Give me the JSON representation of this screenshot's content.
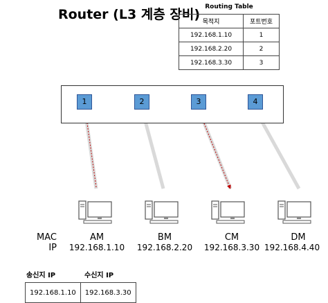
{
  "title": "Router (L3 계층 장비)",
  "routing_table": {
    "caption": "Routing Table",
    "headers": [
      "목적지",
      "포트번호"
    ],
    "rows": [
      [
        "192.168.1.10",
        "1"
      ],
      [
        "192.168.2.20",
        "2"
      ],
      [
        "192.168.3.30",
        "3"
      ]
    ]
  },
  "ports": [
    "1",
    "2",
    "3",
    "4"
  ],
  "labels": {
    "mac": "MAC",
    "ip": "IP"
  },
  "hosts": [
    {
      "name": "AM",
      "ip": "192.168.1.10"
    },
    {
      "name": "BM",
      "ip": "192.168.2.20"
    },
    {
      "name": "CM",
      "ip": "192.168.3.30"
    },
    {
      "name": "DM",
      "ip": "192.168.4.40"
    }
  ],
  "packet": {
    "headers": [
      "송신지 IP",
      "수신지 IP"
    ],
    "values": [
      "192.168.1.10",
      "192.168.3.30"
    ]
  },
  "colors": {
    "port_fill": "#5b9bd5",
    "link": "#d9d9d9",
    "arrow": "#c00000"
  }
}
